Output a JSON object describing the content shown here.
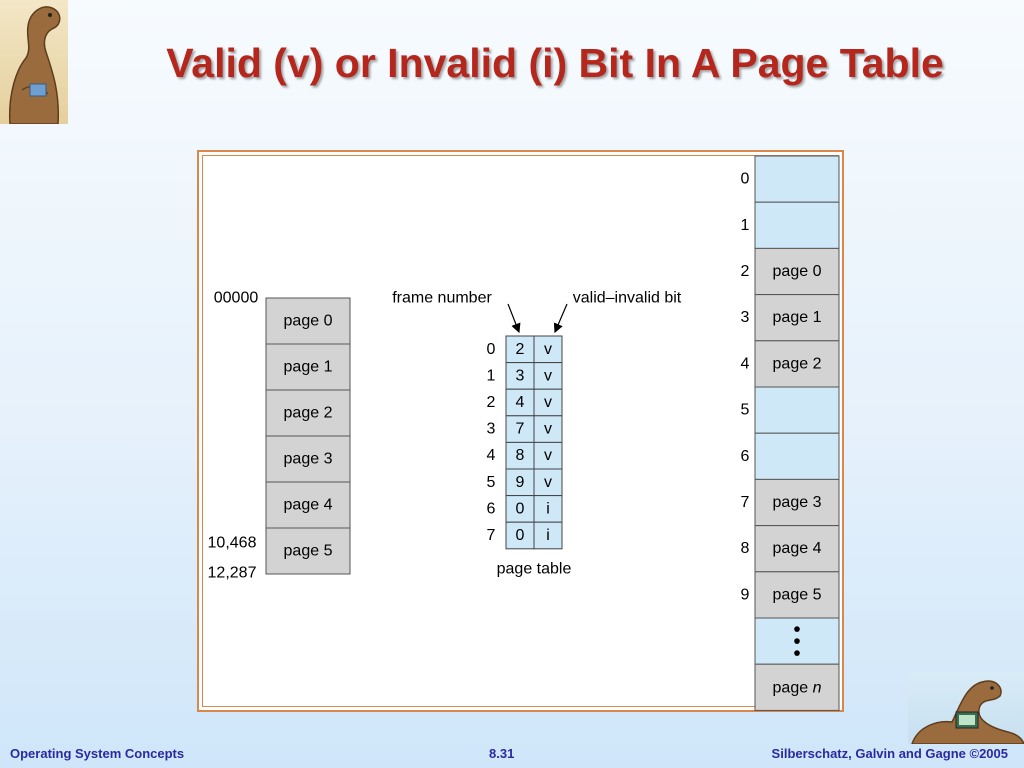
{
  "title": "Valid (v) or Invalid (i) Bit In A Page Table",
  "diagram": {
    "logical_memory": {
      "pages": [
        "page 0",
        "page 1",
        "page 2",
        "page 3",
        "page 4",
        "page 5"
      ],
      "address_labels": [
        "00000",
        "10,468",
        "12,287"
      ]
    },
    "page_table": {
      "frame_number_label": "frame number",
      "valid_bit_label": "valid–invalid bit",
      "caption": "page table",
      "rows": [
        {
          "index": "0",
          "frame": "2",
          "bit": "v"
        },
        {
          "index": "1",
          "frame": "3",
          "bit": "v"
        },
        {
          "index": "2",
          "frame": "4",
          "bit": "v"
        },
        {
          "index": "3",
          "frame": "7",
          "bit": "v"
        },
        {
          "index": "4",
          "frame": "8",
          "bit": "v"
        },
        {
          "index": "5",
          "frame": "9",
          "bit": "v"
        },
        {
          "index": "6",
          "frame": "0",
          "bit": "i"
        },
        {
          "index": "7",
          "frame": "0",
          "bit": "i"
        }
      ]
    },
    "physical_memory": {
      "frames": [
        {
          "index": "0",
          "content": "",
          "kind": "empty"
        },
        {
          "index": "1",
          "content": "",
          "kind": "empty"
        },
        {
          "index": "2",
          "content": "page 0",
          "kind": "page"
        },
        {
          "index": "3",
          "content": "page 1",
          "kind": "page"
        },
        {
          "index": "4",
          "content": "page 2",
          "kind": "page"
        },
        {
          "index": "5",
          "content": "",
          "kind": "empty"
        },
        {
          "index": "6",
          "content": "",
          "kind": "empty"
        },
        {
          "index": "7",
          "content": "page 3",
          "kind": "page"
        },
        {
          "index": "8",
          "content": "page 4",
          "kind": "page"
        },
        {
          "index": "9",
          "content": "page 5",
          "kind": "page"
        },
        {
          "index": "",
          "content": "",
          "kind": "ellipsis"
        },
        {
          "index": "",
          "content": "page n",
          "kind": "page-n"
        }
      ]
    },
    "colors": {
      "page_fill": "#d3d3d3",
      "empty_fill": "#cfe8f8",
      "table_fill": "#cfe8f8",
      "frame_border": "#d9874b",
      "title": "#b5261c"
    }
  },
  "footer": {
    "left": "Operating System Concepts",
    "center": "8.31",
    "right": "Silberschatz, Galvin and Gagne ©2005"
  }
}
